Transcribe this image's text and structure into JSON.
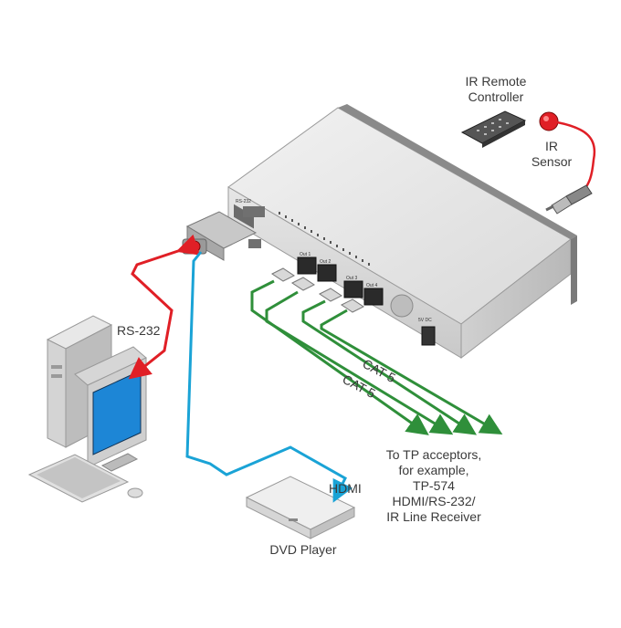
{
  "labels": {
    "ir_remote_line1": "IR Remote",
    "ir_remote_line2": "Controller",
    "ir_sensor_line1": "IR",
    "ir_sensor_line2": "Sensor",
    "rs232": "RS-232",
    "cat5_a": "CAT 5",
    "cat5_b": "CAT 5",
    "hdmi": "HDMI",
    "dvd_player": "DVD Player",
    "tp_line1": "To TP acceptors,",
    "tp_line2": "for example,",
    "tp_line3": "TP-574",
    "tp_line4": "HDMI/RS-232/",
    "tp_line5": "IR Line Receiver"
  },
  "device_panel_labels": {
    "rs232_port": "RS-232",
    "out1": "Out 1",
    "out2": "Out 2",
    "out3": "Out 3",
    "out4": "Out 4",
    "power": "5V DC"
  },
  "colors": {
    "rs232_cable": "#e01f26",
    "hdmi_cable": "#1aa3d6",
    "cat5_cable": "#2f8f3a",
    "ir_cable": "#e01f26"
  }
}
